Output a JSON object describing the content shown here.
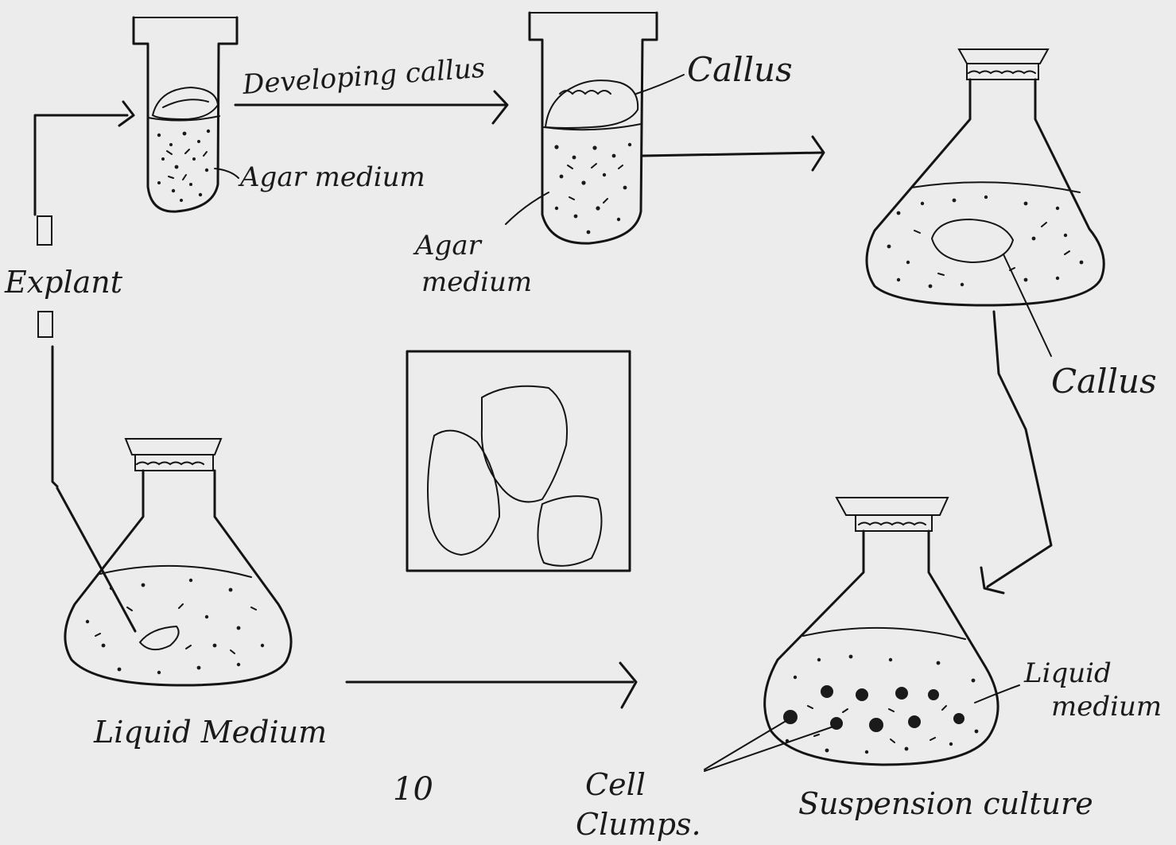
{
  "labels": {
    "developing_callus": "Developing callus",
    "callus_top": "Callus",
    "agar_medium_1": "Agar medium",
    "agar_medium_2_line1": "Agar",
    "agar_medium_2_line2": "medium",
    "explant": "Explant",
    "callus_right": "Callus",
    "liquid_medium_left": "Liquid Medium",
    "liquid_medium_right_line1": "Liquid",
    "liquid_medium_right_line2": "medium",
    "cell_clumps_line1": "Cell",
    "cell_clumps_line2": "Clumps.",
    "suspension_culture": "Suspension culture",
    "page_number": "10"
  },
  "colors": {
    "paper": "#ececec",
    "ink": "#141414"
  }
}
